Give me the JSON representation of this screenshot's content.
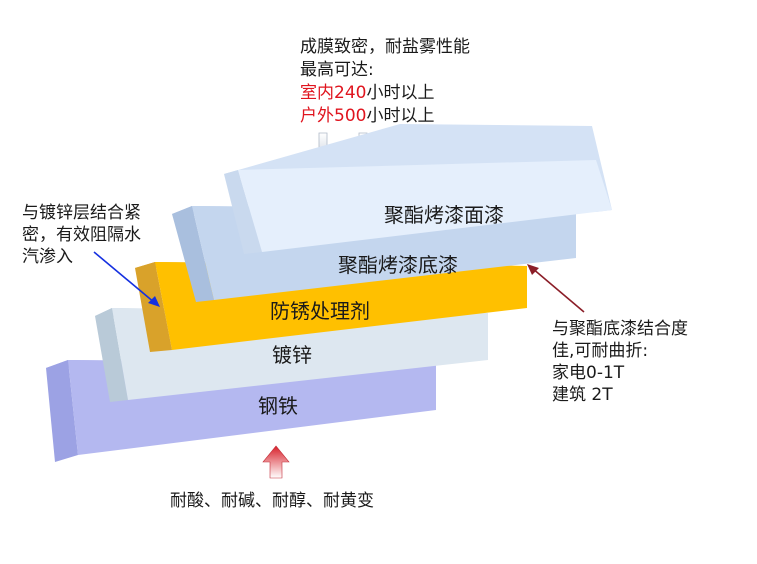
{
  "layers": [
    {
      "key": "topcoat",
      "label": "聚酯烤漆面漆",
      "front": "#e5effc",
      "side": "#c9d9ee",
      "top": "#d4e2f5"
    },
    {
      "key": "primer",
      "label": "聚酯烤漆底漆",
      "front": "#c4d6ee",
      "side": "#a9bfde",
      "top": "#b9cdea"
    },
    {
      "key": "pretreat",
      "label": "防锈处理剂",
      "front": "#ffc000",
      "side": "#d9a22a",
      "top": "#e6b02a"
    },
    {
      "key": "galvanized",
      "label": "镀锌",
      "front": "#dde7f0",
      "side": "#b9cad8",
      "top": "#c8d7e4"
    },
    {
      "key": "steel",
      "label": "钢铁",
      "front": "#b4b8f0",
      "side": "#9ca2e4",
      "top": "#a8adea"
    }
  ],
  "annotations": {
    "top": {
      "line1": "成膜致密，耐盐雾性能",
      "line2": "最高可达:",
      "line3_red": "室内240",
      "line3_rest": "小时以上",
      "line4_red": "户外500",
      "line4_rest": "小时以上"
    },
    "left": {
      "line1": "与镀锌层结合紧",
      "line2": "密，有效阻隔水",
      "line3": "汽渗入"
    },
    "right": {
      "line1": "与聚酯底漆结合度",
      "line2": "佳,可耐曲折:",
      "line3": "家电0-1T",
      "line4": "建筑 2T"
    },
    "bottom": {
      "text": "耐酸、耐碱、耐醇、耐黄变"
    }
  },
  "colors": {
    "highlight": "#e0141e",
    "arrow_left": "#1530e0",
    "arrow_right": "#8b1e28",
    "arrow_bottom": "#d8202a",
    "arrow_top": "#c8d0dc"
  }
}
